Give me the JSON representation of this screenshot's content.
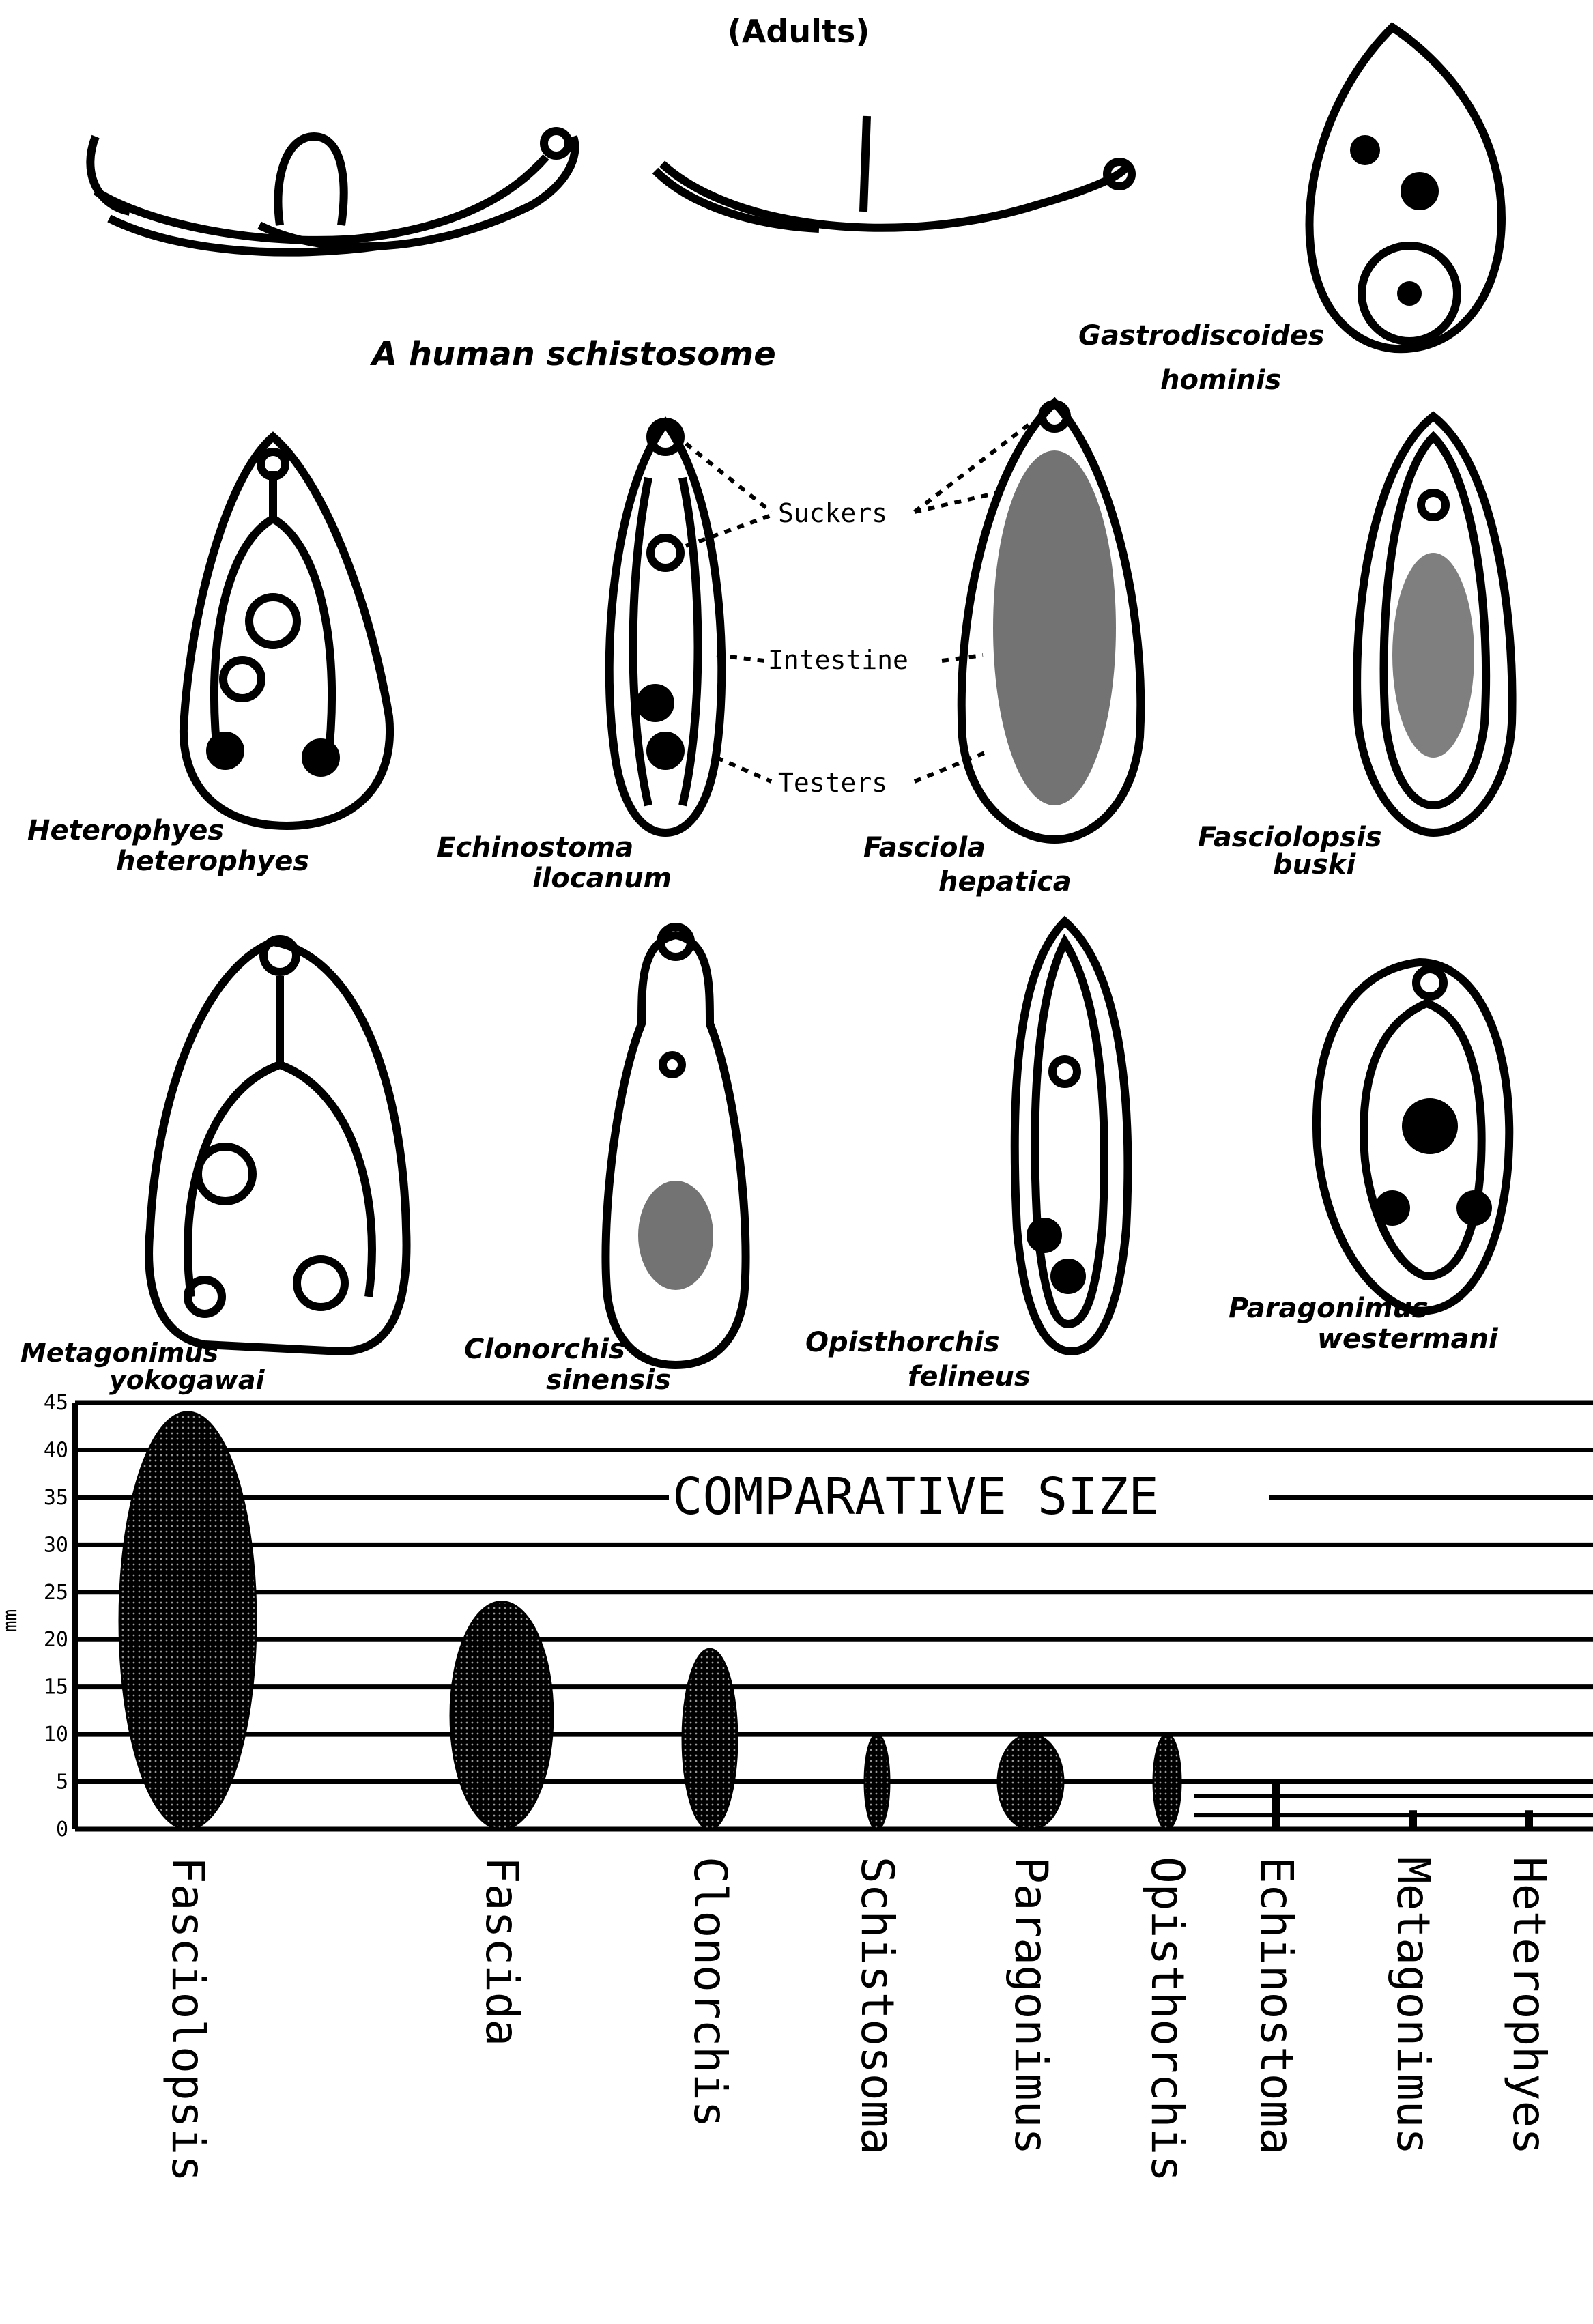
{
  "header": {
    "title": "(Adults)"
  },
  "labels": {
    "schistosome": "A human schistosome",
    "gastrodiscoides": [
      "Gastrodiscoides",
      "hominis"
    ],
    "heterophyes": [
      "Heterophyes",
      "heterophyes"
    ],
    "echinostoma": [
      "Echinostoma",
      "ilocanum"
    ],
    "fasciola": [
      "Fasciola",
      "hepatica"
    ],
    "fasciolopsis": [
      "Fasciolopsis",
      "buski"
    ],
    "metagonimus": [
      "Metagonimus",
      "yokogawai"
    ],
    "clonorchis": [
      "Clonorchis",
      "sinensis"
    ],
    "opisthorchis": [
      "Opisthorchis",
      "felineus"
    ],
    "paragonimus": [
      "Paragonimus",
      "westermani"
    ]
  },
  "annotations": {
    "suckers": "Suckers",
    "intestine": "Intestine",
    "testes": "Testers"
  },
  "chart_data": {
    "type": "bar",
    "title": "COMPARATIVE SIZE",
    "ylabel": "mm",
    "ylim": [
      0,
      45
    ],
    "yticks": [
      "0",
      "5",
      "10",
      "15",
      "20",
      "25",
      "30",
      "35",
      "40",
      "45"
    ],
    "categories": [
      "Fasciolopsis",
      "Fascida",
      "Clonorchis",
      "Schistosoma",
      "Paragonimus",
      "Opisthorchis",
      "Echinostoma",
      "Metagonimus",
      "Heterophyes"
    ],
    "values": [
      44,
      24,
      19,
      10,
      10,
      10,
      5,
      2,
      2
    ],
    "grid": true
  }
}
